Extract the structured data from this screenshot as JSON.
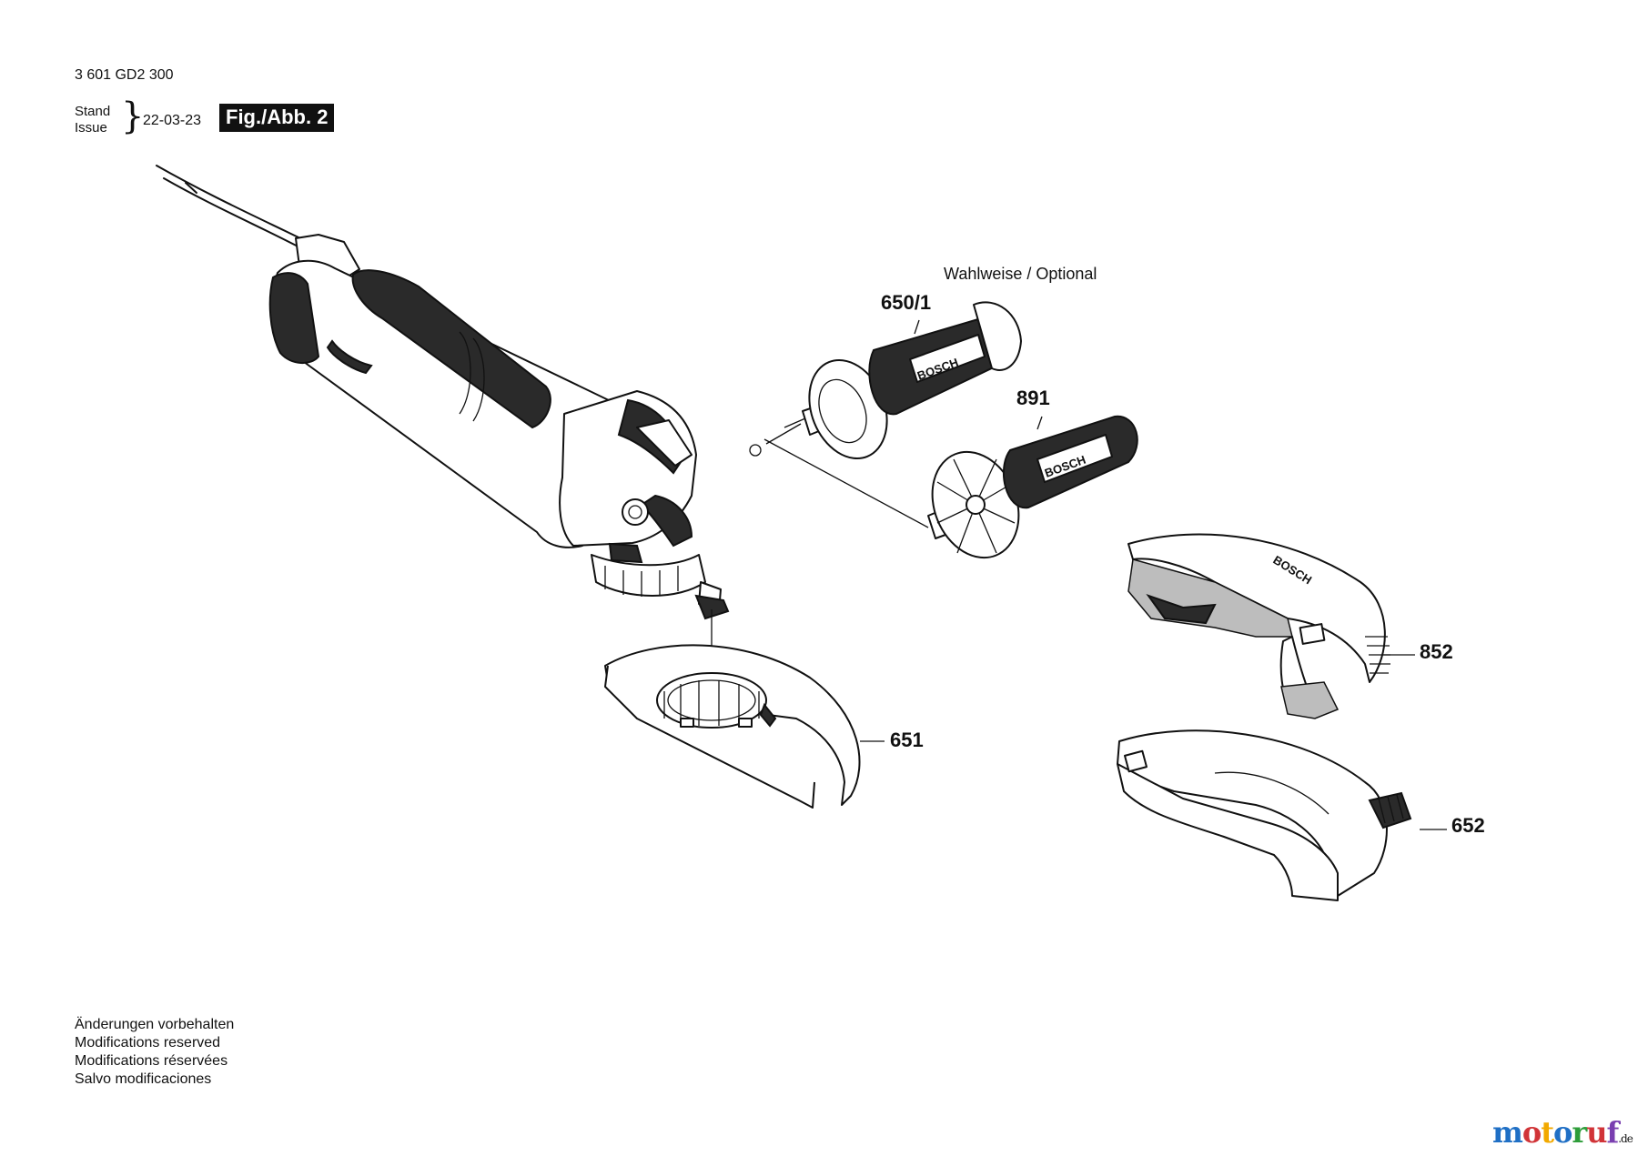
{
  "header": {
    "part_number": "3 601 GD2 300",
    "stand": "Stand",
    "issue": "Issue",
    "date": "22-03-23",
    "figure": "Fig./Abb. 2"
  },
  "optional_label": "Wahlweise / Optional",
  "callouts": {
    "c650_1": "650/1",
    "c891": "891",
    "c852": "852",
    "c651": "651",
    "c652": "652"
  },
  "brand": "BOSCH",
  "footer": [
    "Änderungen vorbehalten",
    "Modifications reserved",
    "Modifications réservées",
    "Salvo modificaciones"
  ],
  "watermark": {
    "text": "motoruf",
    "suffix": ".de",
    "colors": [
      "#1f6fc5",
      "#d13438",
      "#f2a900",
      "#1f6fc5",
      "#2e9d3a",
      "#d13438",
      "#7a3fb0"
    ]
  }
}
